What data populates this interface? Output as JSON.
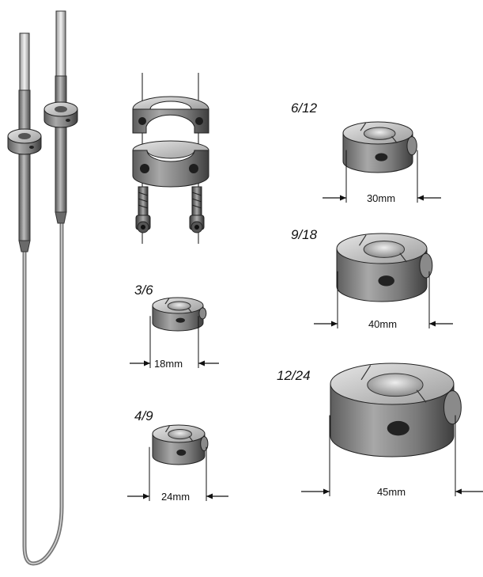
{
  "collars": [
    {
      "size": "3/6",
      "dimension": "18mm"
    },
    {
      "size": "4/9",
      "dimension": "24mm"
    },
    {
      "size": "6/12",
      "dimension": "30mm"
    },
    {
      "size": "9/18",
      "dimension": "40mm"
    },
    {
      "size": "12/24",
      "dimension": "45mm"
    }
  ],
  "colors": {
    "metal_dark": "#4a4a4a",
    "metal_mid": "#8c8c8c",
    "metal_light": "#d9d9d9",
    "line": "#111111"
  }
}
